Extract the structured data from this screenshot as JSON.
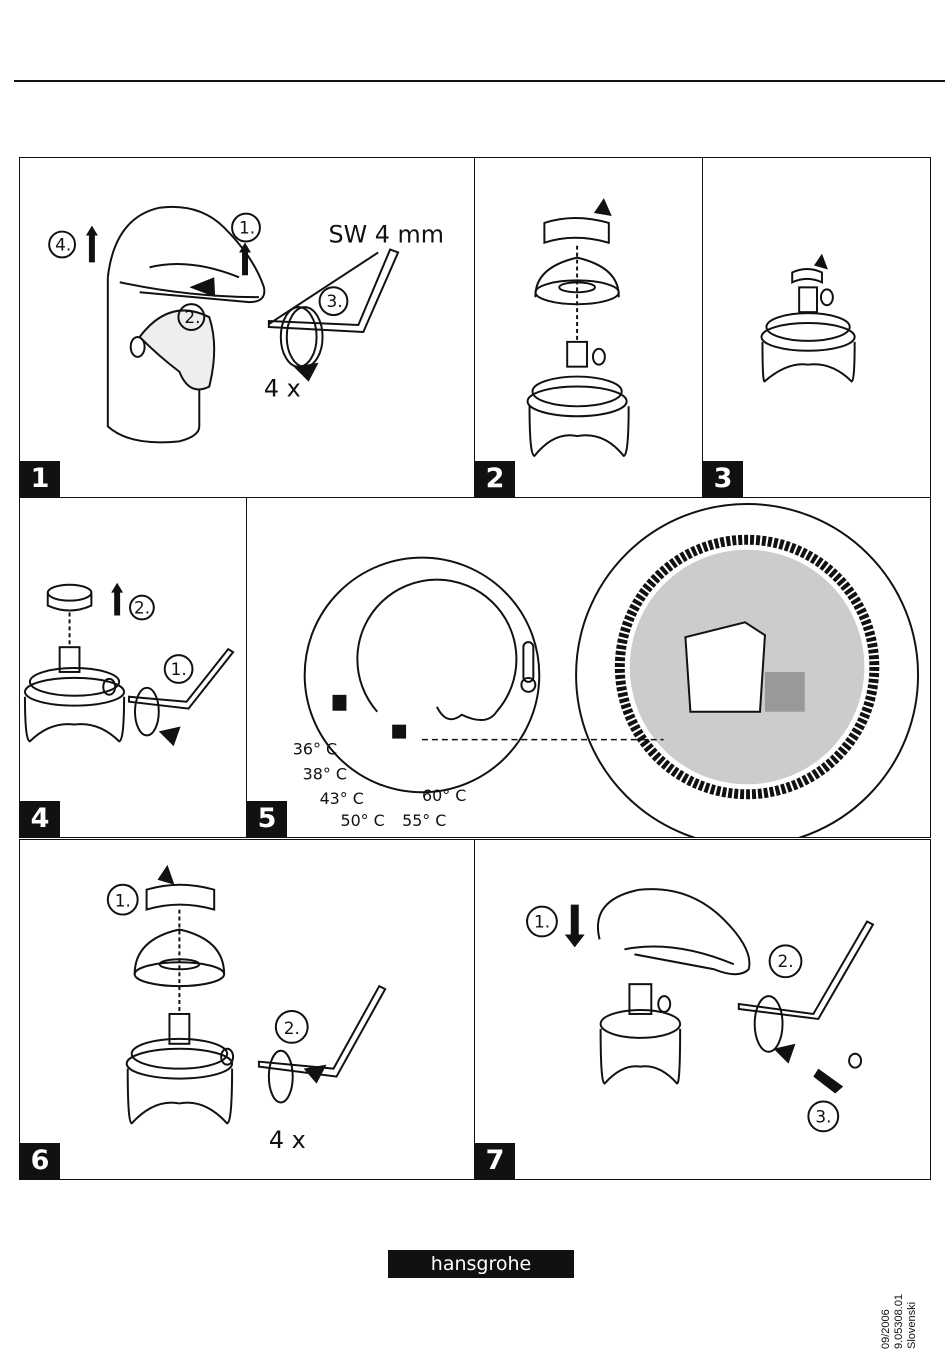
{
  "panels": [
    {
      "id": "1",
      "badge": "1",
      "labels": {
        "wrench_size": "SW 4 mm",
        "step1": "1.",
        "step2": "2.",
        "step3": "3.",
        "step4": "4.",
        "repeat": "4 x"
      }
    },
    {
      "id": "2",
      "badge": "2"
    },
    {
      "id": "3",
      "badge": "3"
    },
    {
      "id": "4",
      "badge": "4",
      "labels": {
        "step1": "1.",
        "step2": "2."
      }
    },
    {
      "id": "5",
      "badge": "5",
      "temperatures": [
        "36° C",
        "38° C",
        "43° C",
        "50° C",
        "55° C",
        "60° C"
      ]
    },
    {
      "id": "6",
      "badge": "6",
      "labels": {
        "step1": "1.",
        "step2": "2.",
        "repeat": "4 x"
      }
    },
    {
      "id": "7",
      "badge": "7",
      "labels": {
        "step1": "1.",
        "step2": "2.",
        "step3": "3."
      }
    }
  ],
  "brand": {
    "logo_text": "hansgrohe"
  },
  "footer": {
    "date": "09/2006",
    "doc_number": "9.05308.01",
    "language": "Slovenski"
  }
}
